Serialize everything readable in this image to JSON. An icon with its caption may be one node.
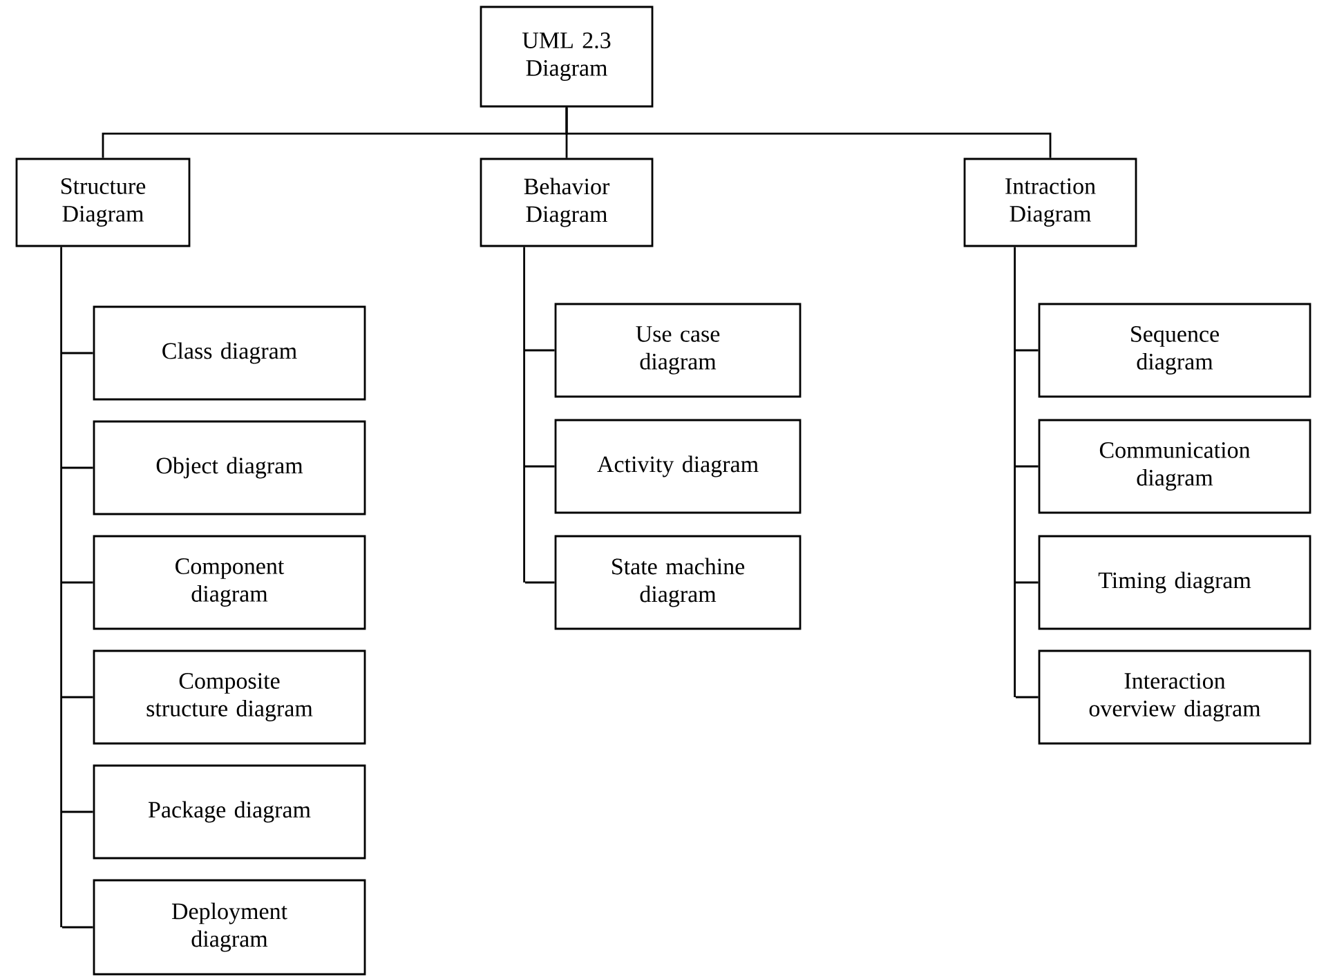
{
  "diagram": {
    "nodes": [
      {
        "text": [
          "UML 2.3 Diagram"
        ]
      },
      {
        "text": [
          "Structure Diagram"
        ]
      },
      {
        "text": [
          "Behavior Diagram"
        ]
      },
      {
        "text": [
          "Intraction Diagram"
        ]
      },
      {
        "text": [
          "Class diagram"
        ]
      },
      {
        "text": [
          "Object diagram"
        ]
      },
      {
        "text": [
          "Component diagram"
        ]
      },
      {
        "text": [
          "Composite structure diagram"
        ]
      },
      {
        "text": [
          "Package diagram"
        ]
      },
      {
        "text": [
          "Deployment diagram"
        ]
      },
      {
        "text": [
          "Use case diagram"
        ]
      },
      {
        "text": [
          "Activity diagram"
        ]
      },
      {
        "text": [
          "State machine diagram"
        ]
      },
      {
        "text": [
          "Sequence diagram"
        ]
      },
      {
        "text": [
          "Communication diagram"
        ]
      },
      {
        "text": [
          "Timing diagram"
        ]
      },
      {
        "text": [
          "Interaction overview diagram"
        ]
      }
    ],
    "edges": [
      {
        "from": 0,
        "to": 1,
        "arrow": "none"
      },
      {
        "from": 0,
        "to": 2,
        "arrow": "none"
      },
      {
        "from": 0,
        "to": 3,
        "arrow": "none"
      },
      {
        "from": 1,
        "to": 4,
        "arrow": "none"
      },
      {
        "from": 1,
        "to": 5,
        "arrow": "none"
      },
      {
        "from": 1,
        "to": 6,
        "arrow": "none"
      },
      {
        "from": 1,
        "to": 7,
        "arrow": "none"
      },
      {
        "from": 1,
        "to": 8,
        "arrow": "none"
      },
      {
        "from": 1,
        "to": 9,
        "arrow": "none"
      },
      {
        "from": 2,
        "to": 10,
        "arrow": "none"
      },
      {
        "from": 2,
        "to": 11,
        "arrow": "none"
      },
      {
        "from": 2,
        "to": 12,
        "arrow": "none"
      },
      {
        "from": 3,
        "to": 13,
        "arrow": "none"
      },
      {
        "from": 3,
        "to": 14,
        "arrow": "none"
      },
      {
        "from": 3,
        "to": 15,
        "arrow": "none"
      },
      {
        "from": 3,
        "to": 16,
        "arrow": "none"
      }
    ]
  }
}
